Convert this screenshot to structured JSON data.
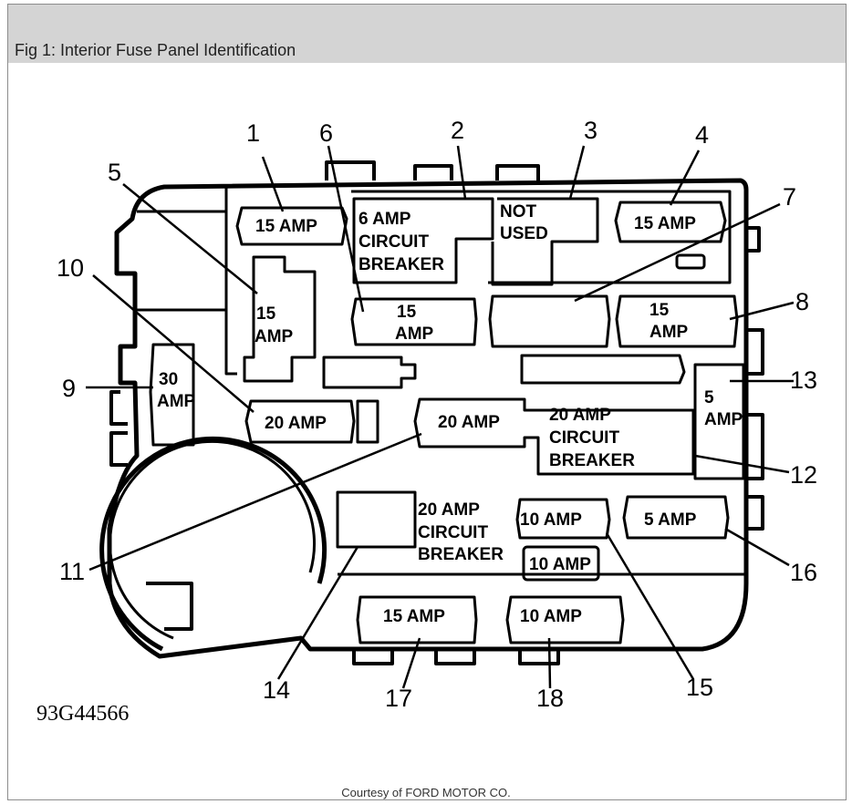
{
  "caption": {
    "title": "Fig 1: Interior Fuse Panel Identification"
  },
  "figure_id": "93G44566",
  "credit": "Courtesy of FORD MOTOR CO.",
  "fuse_labels": {
    "f1": "15 AMP",
    "f2_l1": "6 AMP",
    "f2_l2": "CIRCUIT",
    "f2_l3": "BREAKER",
    "f3_l1": "NOT",
    "f3_l2": "USED",
    "f4": "15 AMP",
    "f5_l1": "15",
    "f5_l2": "AMP",
    "f6_l1": "15",
    "f6_l2": "AMP",
    "f8_l1": "15",
    "f8_l2": "AMP",
    "f9_l1": "30",
    "f9_l2": "AMP",
    "f10": "20 AMP",
    "f11": "20 AMP",
    "f12_l1": "20 AMP",
    "f12_l2": "CIRCUIT",
    "f12_l3": "BREAKER",
    "f13_l1": "5",
    "f13_l2": "AMP",
    "f14_l1": "20 AMP",
    "f14_l2": "CIRCUIT",
    "f14_l3": "BREAKER",
    "f15a": "10 AMP",
    "f15b": "10 AMP",
    "f16": "5 AMP",
    "f17": "15 AMP",
    "f18": "10 AMP"
  },
  "callouts": [
    "1",
    "2",
    "3",
    "4",
    "5",
    "6",
    "7",
    "8",
    "9",
    "10",
    "11",
    "12",
    "13",
    "14",
    "15",
    "16",
    "17",
    "18"
  ]
}
